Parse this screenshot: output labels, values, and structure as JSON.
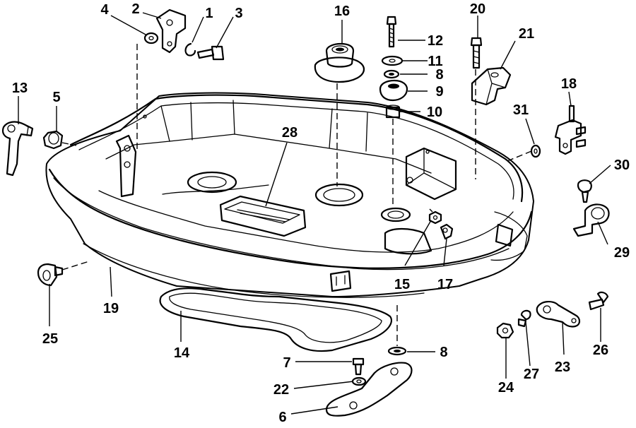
{
  "callouts": [
    "1",
    "2",
    "3",
    "4",
    "5",
    "6",
    "7",
    "8",
    "8",
    "9",
    "10",
    "11",
    "12",
    "13",
    "14",
    "15",
    "16",
    "17",
    "18",
    "19",
    "20",
    "21",
    "22",
    "23",
    "24",
    "25",
    "26",
    "27",
    "28",
    "29",
    "30",
    "31"
  ]
}
